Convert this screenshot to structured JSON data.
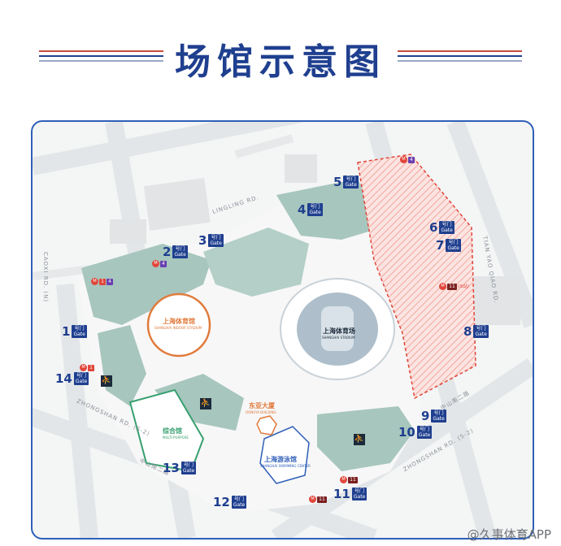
{
  "title": "场馆示意图",
  "colors": {
    "accent": "#1f3f8f",
    "frame": "#2f5fb8",
    "red": "#e0463a",
    "green": "#9fc2b9"
  },
  "roads": {
    "lingling": "LINGLING RD.",
    "caoxi": "CAOXI RD. (N)",
    "zhongshan_sw": "ZHONGSHAN RD. (S-2)",
    "zhongshan_se": "ZHONGSHAN RD. (S-2)",
    "tianyaoqiao": "TIAN YAO QIAO RD.",
    "zhongshan_cn": "中山南二路",
    "zhongshan_cn2": "中山南二路"
  },
  "gates": [
    {
      "num": "1",
      "cn": "号门",
      "en": "Gate"
    },
    {
      "num": "2",
      "cn": "号门",
      "en": "Gate"
    },
    {
      "num": "3",
      "cn": "号门",
      "en": "Gate"
    },
    {
      "num": "4",
      "cn": "号门",
      "en": "Gate"
    },
    {
      "num": "5",
      "cn": "号门",
      "en": "Gate"
    },
    {
      "num": "6",
      "cn": "号门",
      "en": "Gate"
    },
    {
      "num": "7",
      "cn": "号门",
      "en": "Gate"
    },
    {
      "num": "8",
      "cn": "号门",
      "en": "Gate"
    },
    {
      "num": "9",
      "cn": "号门",
      "en": "Gate"
    },
    {
      "num": "10",
      "cn": "号门",
      "en": "Gate"
    },
    {
      "num": "11",
      "cn": "号门",
      "en": "Gate"
    },
    {
      "num": "12",
      "cn": "号门",
      "en": "Gate"
    },
    {
      "num": "13",
      "cn": "号门",
      "en": "Gate"
    },
    {
      "num": "14",
      "cn": "号门",
      "en": "Gate"
    }
  ],
  "venues": {
    "stadium": {
      "cn": "上海体育场",
      "en": "SHANGHAI STADIUM"
    },
    "arena": {
      "cn": "上海体育馆",
      "en": "SHANGHAI INDOOR STADIUM"
    },
    "complex": {
      "cn": "综合馆",
      "en": "MULTI-PURPOSE"
    },
    "swim": {
      "cn": "上海游泳馆",
      "en": "SHANGHAI SWIMMING CENTER"
    },
    "dongya": {
      "cn": "东亚大厦",
      "en": "DONGYA BUILDING"
    }
  },
  "metro_labels": {
    "m1": "1",
    "m4": "4",
    "m11": "11",
    "exit": "(出站)"
  },
  "watermark": "@久事体育APP"
}
